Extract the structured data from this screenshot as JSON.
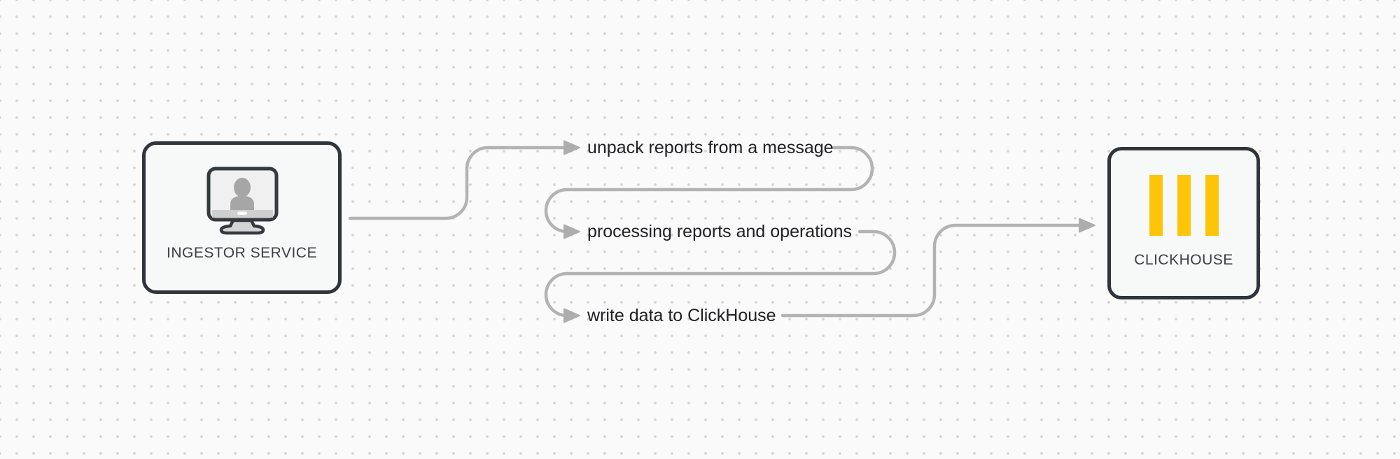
{
  "nodes": {
    "ingestor": {
      "label": "INGESTOR SERVICE",
      "icon": "monitor-user-icon"
    },
    "clickhouse": {
      "label": "CLICKHOUSE",
      "icon": "clickhouse-bars-icon"
    }
  },
  "steps": [
    {
      "label": "unpack reports from a message"
    },
    {
      "label": "processing reports and operations"
    },
    {
      "label": "write data to ClickHouse"
    }
  ],
  "flow": {
    "from": "INGESTOR SERVICE",
    "to": "CLICKHOUSE",
    "order": [
      "unpack reports from a message",
      "processing reports and operations",
      "write data to ClickHouse"
    ]
  },
  "colors": {
    "background": "#fafafa",
    "dot": "#d4d4d4",
    "connector": "#b3b3b3",
    "arrowhead": "#adadad",
    "node_border": "#2f353a",
    "node_fill": "#f7f8f8",
    "text": "#202124",
    "label": "#3b4045",
    "clickhouse_yellow": "#fdc408"
  }
}
